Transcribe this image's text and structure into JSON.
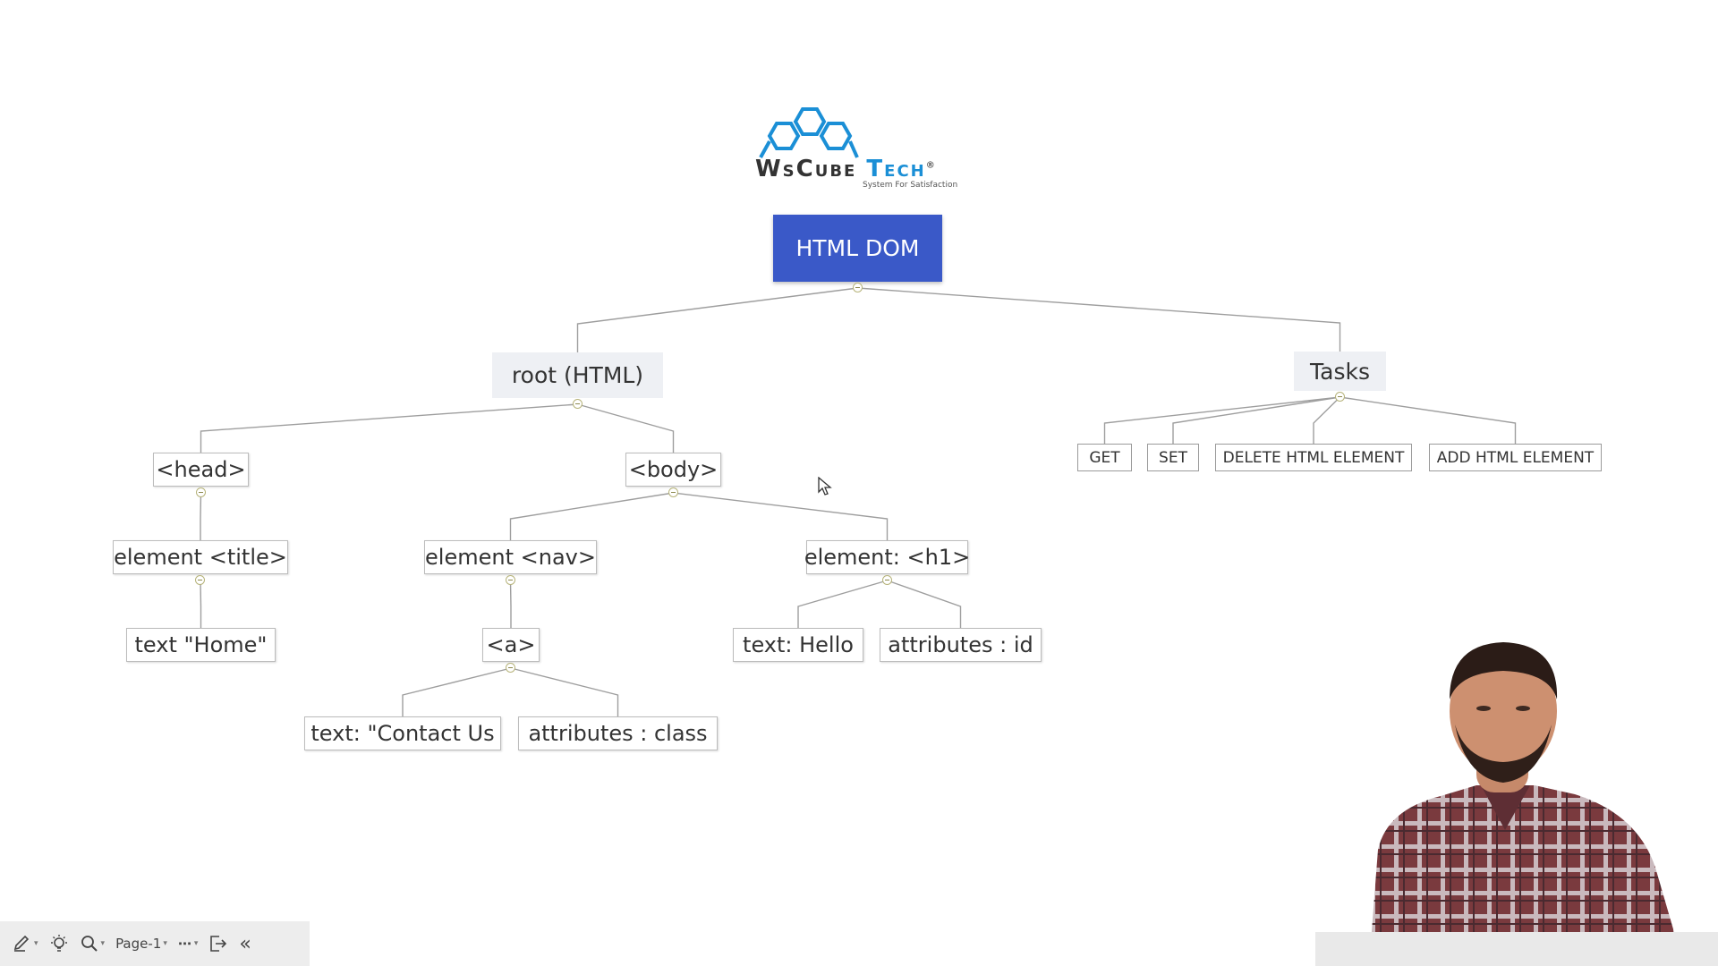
{
  "logo": {
    "brand_prefix": "WsCube",
    "brand_suffix": "Tech",
    "tagline": "System For Satisfaction",
    "reg_mark": "®"
  },
  "colors": {
    "central": "#3a59c8",
    "main_topic_bg": "#eef0f4",
    "link": "#9e9e9e",
    "logo_blue": "#1b8fd6"
  },
  "mindmap": {
    "central": {
      "id": "central",
      "label": "HTML DOM"
    },
    "nodes": [
      {
        "id": "root",
        "label": "root (HTML)",
        "parent": "central"
      },
      {
        "id": "tasks",
        "label": "Tasks",
        "parent": "central"
      },
      {
        "id": "head",
        "label": "<head>",
        "parent": "root"
      },
      {
        "id": "body",
        "label": "<body>",
        "parent": "root"
      },
      {
        "id": "title",
        "label": "element <title>",
        "parent": "head"
      },
      {
        "id": "home",
        "label": "text \"Home\"",
        "parent": "title"
      },
      {
        "id": "nav",
        "label": "element <nav>",
        "parent": "body"
      },
      {
        "id": "h1",
        "label": "element: <h1>",
        "parent": "body"
      },
      {
        "id": "a",
        "label": "<a>",
        "parent": "nav"
      },
      {
        "id": "contact",
        "label": "text: \"Contact Us",
        "parent": "a"
      },
      {
        "id": "class",
        "label": "attributes : class",
        "parent": "a"
      },
      {
        "id": "hello",
        "label": "text: Hello",
        "parent": "h1"
      },
      {
        "id": "idattr",
        "label": "attributes : id",
        "parent": "h1"
      },
      {
        "id": "get",
        "label": "GET",
        "parent": "tasks"
      },
      {
        "id": "set",
        "label": "SET",
        "parent": "tasks"
      },
      {
        "id": "delete",
        "label": "DELETE HTML ELEMENT",
        "parent": "tasks"
      },
      {
        "id": "add",
        "label": "ADD HTML ELEMENT",
        "parent": "tasks"
      }
    ]
  },
  "toolbar": {
    "items": [
      {
        "name": "pen-tool",
        "icon": "pen-icon",
        "has_menu": true
      },
      {
        "name": "theme",
        "icon": "bulb-icon",
        "has_menu": false
      },
      {
        "name": "zoom",
        "icon": "magnifier-icon",
        "has_menu": true
      },
      {
        "name": "page-select",
        "label": "Page-1",
        "has_menu": true
      },
      {
        "name": "more",
        "icon": "ellipsis-icon",
        "has_menu": true
      },
      {
        "name": "exit",
        "icon": "exit-icon",
        "has_menu": false
      },
      {
        "name": "collapse",
        "icon": "double-chevron-left-icon",
        "has_menu": false
      }
    ],
    "page_label": "Page-1"
  },
  "presenter": {
    "visible": true,
    "description_icon": "presenter-video"
  }
}
